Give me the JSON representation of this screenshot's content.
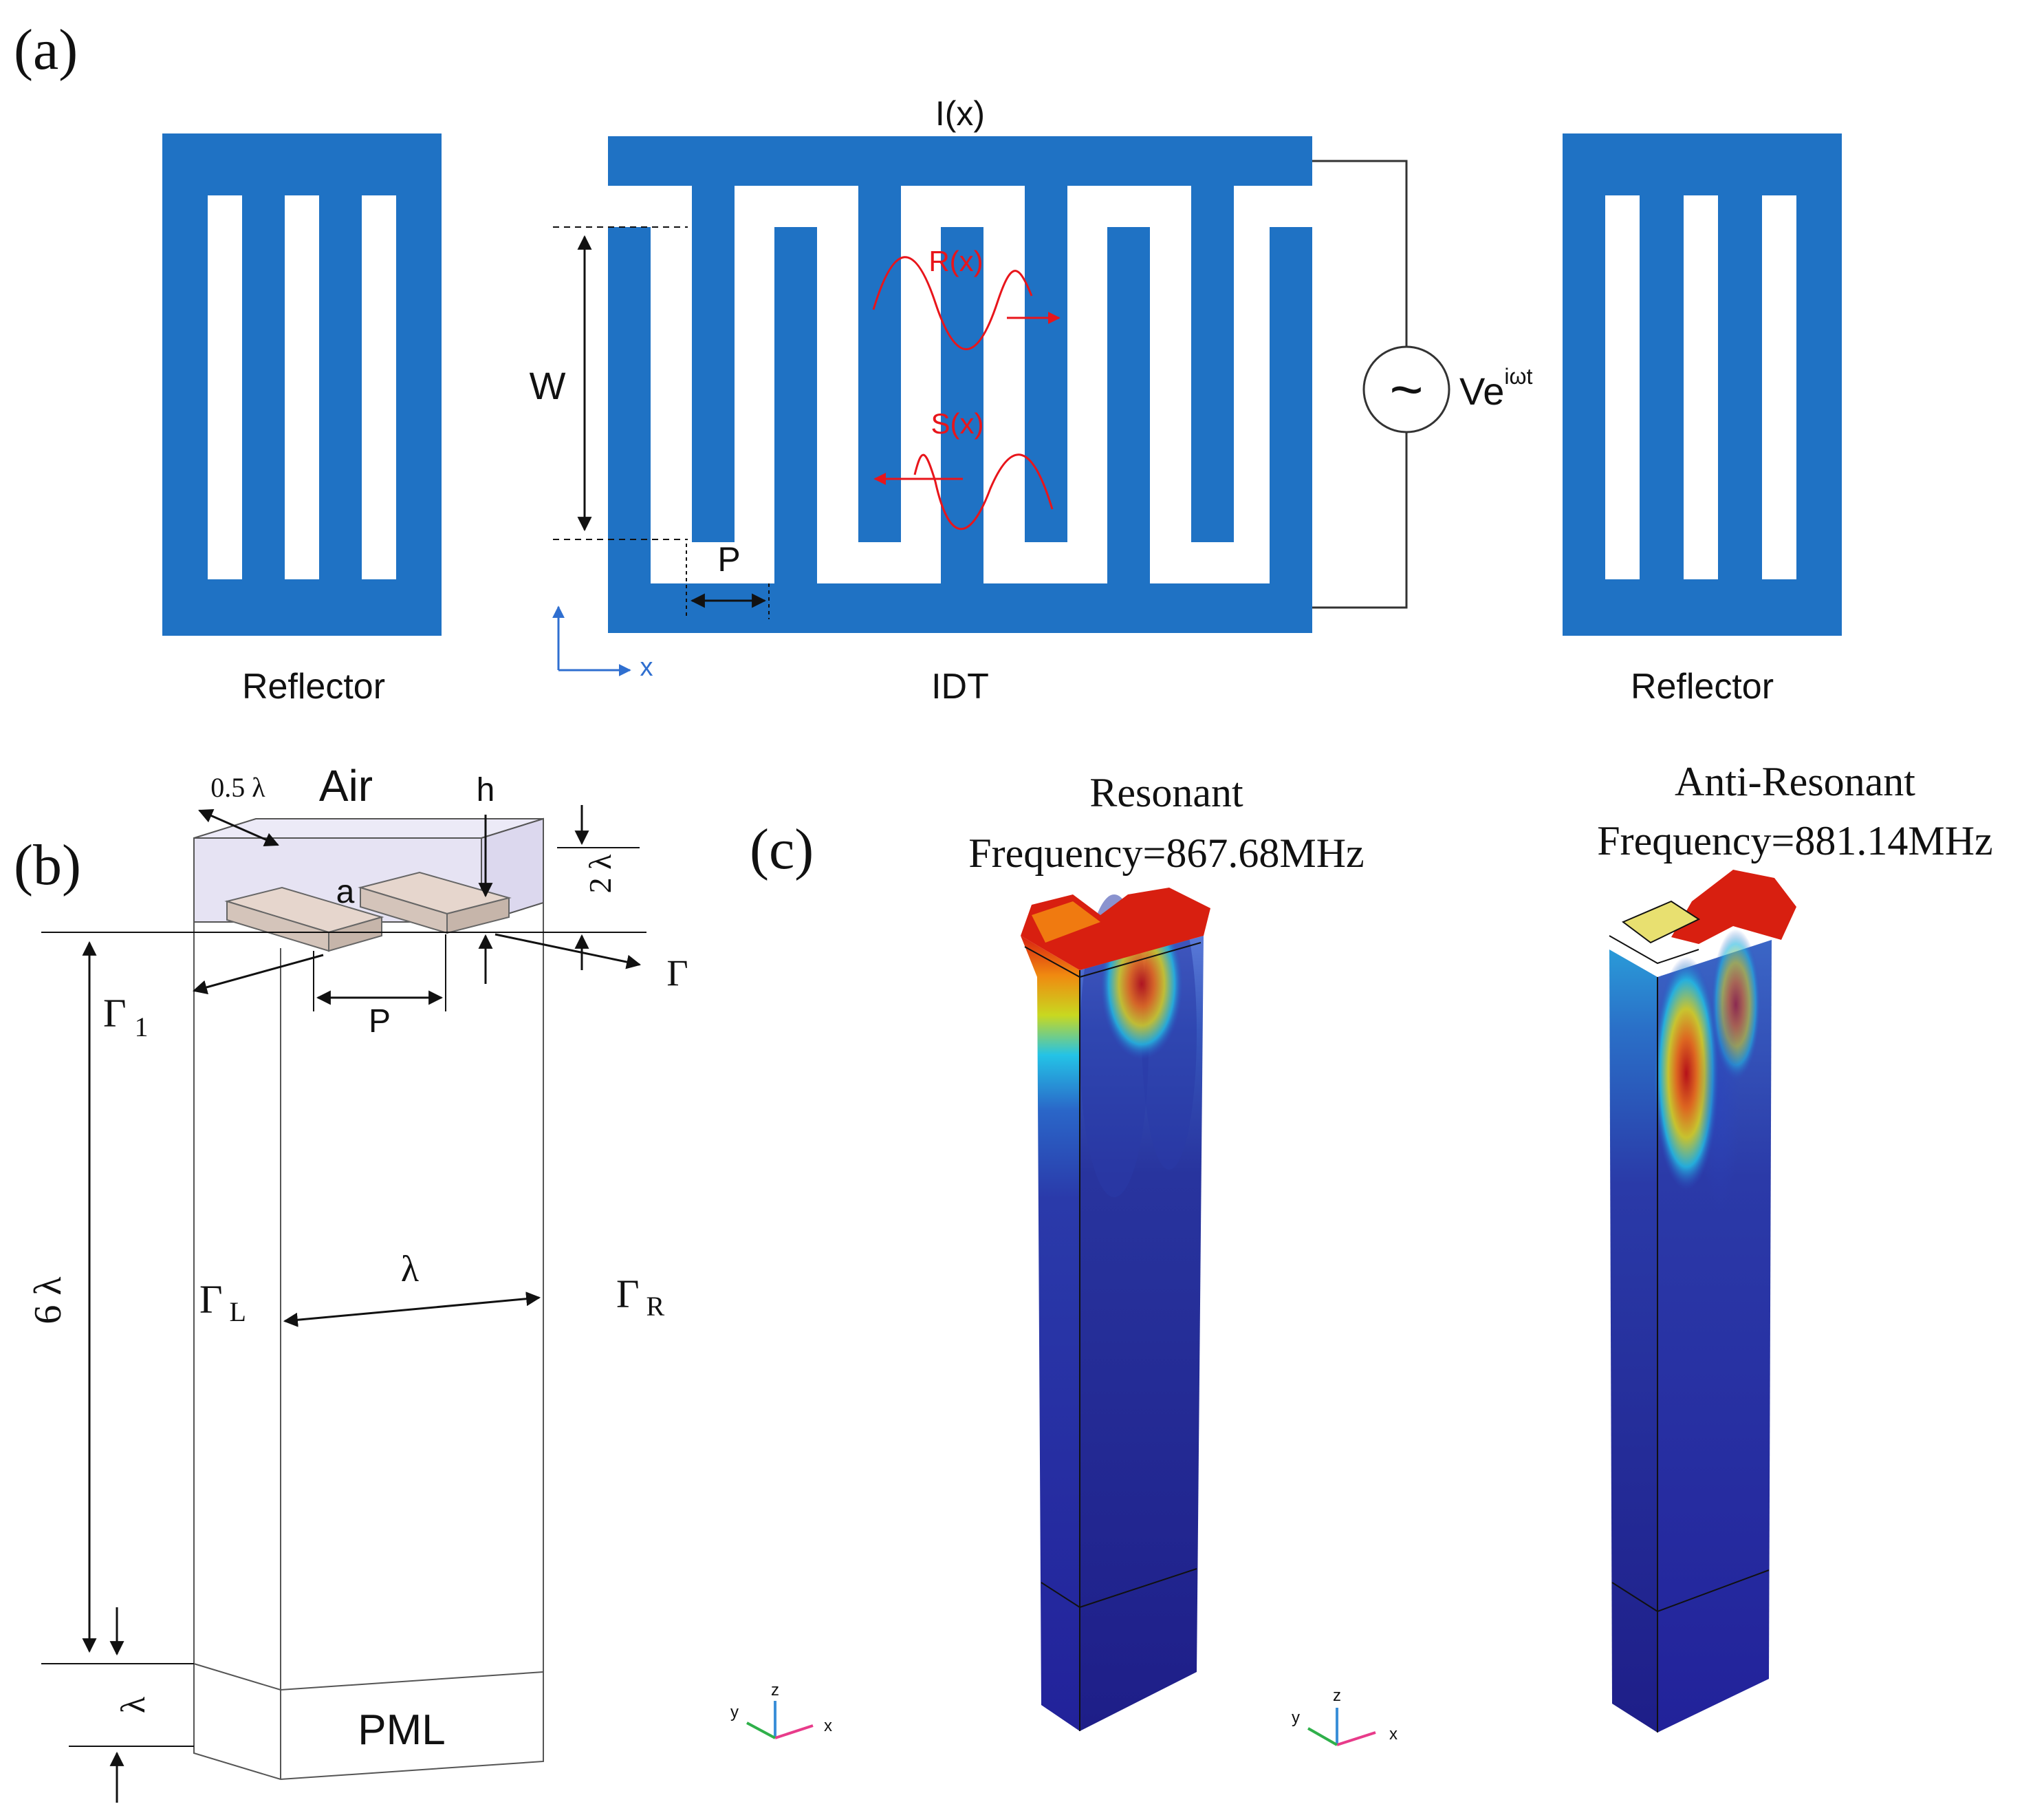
{
  "panel_a": {
    "label": "(a)",
    "current_label": "I(x)",
    "width_label": "W",
    "pitch_label": "P",
    "wave_r_label": "R(x)",
    "wave_s_label": "S(x)",
    "source_symbol": "~",
    "voltage_base": "Ve",
    "voltage_exp": "iωt",
    "axis_label": "x",
    "left_caption": "Reflector",
    "center_caption": "IDT",
    "right_caption": "Reflector"
  },
  "panel_b": {
    "label": "(b)",
    "air_label": "Air",
    "half_lambda": "0.5 λ",
    "h_label": "h",
    "two_lambda": "2 λ",
    "a_label": "a",
    "gamma_label": "Γ",
    "gamma1_main": "Γ",
    "gamma1_sub": "1",
    "p_label": "P",
    "six_lambda": "6 λ",
    "gammaL_main": "Γ",
    "gammaL_sub": "L",
    "gammaR_main": "Γ",
    "gammaR_sub": "R",
    "lambda_label": "λ",
    "pml_lambda": "λ",
    "pml_label": "PML"
  },
  "panel_c": {
    "label": "(c)",
    "resonant_title": "Resonant",
    "resonant_freq": "Frequency=867.68MHz",
    "anti_title": "Anti-Resonant",
    "anti_freq": "Frequency=881.14MHz",
    "triad_z": "z",
    "triad_y": "y",
    "triad_x": "x"
  },
  "colors": {
    "electrode_blue": "#1f72c4",
    "wave_red": "#e8151b",
    "axis_blue": "#2f6fd0",
    "field_low": "#22229a",
    "field_high": "#d81f10"
  }
}
